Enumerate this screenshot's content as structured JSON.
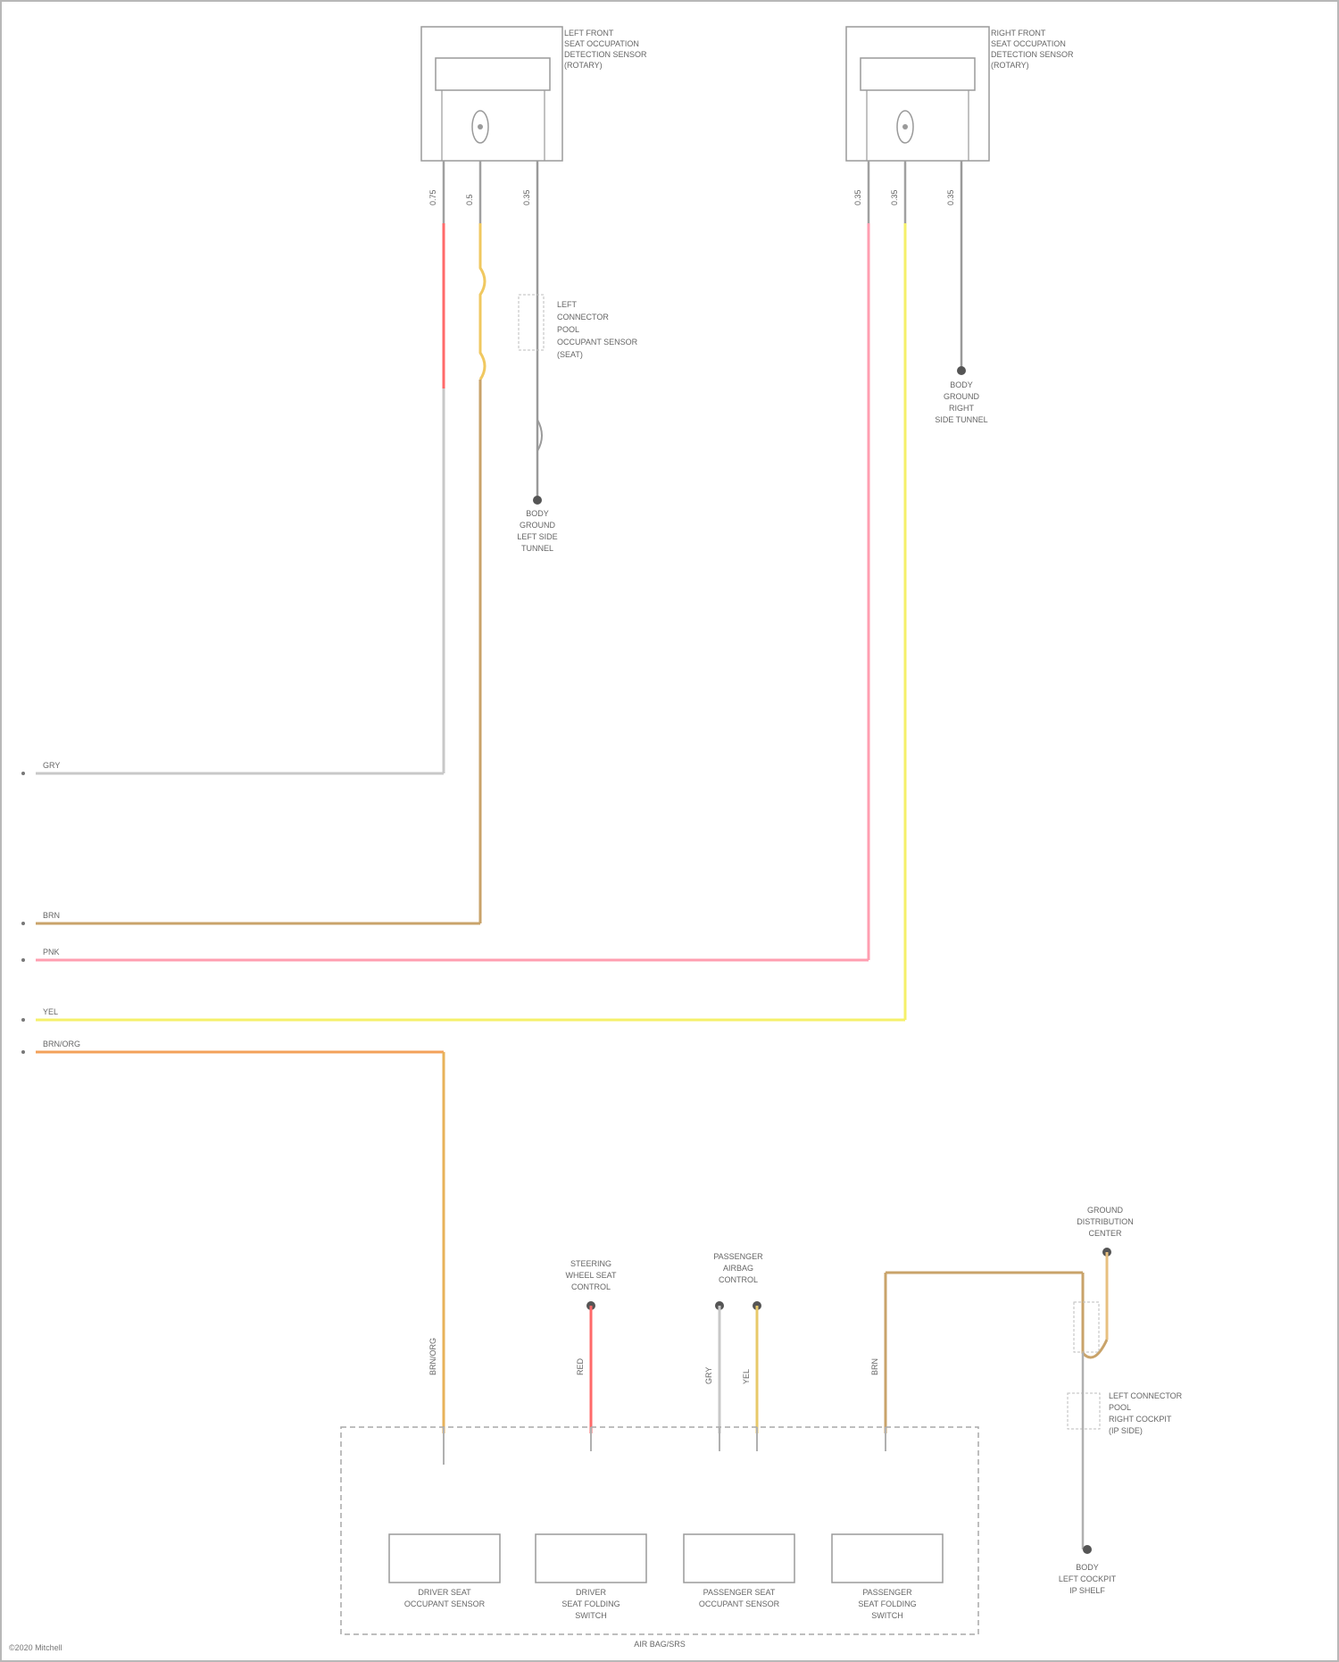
{
  "components": {
    "left_front_sensor": {
      "label": [
        "LEFT FRONT",
        "SEAT OCCUPATION",
        "DETECTION SENSOR",
        "(ROTARY)"
      ]
    },
    "right_front_sensor": {
      "label": [
        "RIGHT FRONT",
        "SEAT OCCUPATION",
        "DETECTION SENSOR",
        "(ROTARY)"
      ]
    },
    "left_connector": {
      "label": [
        "LEFT",
        "CONNECTOR",
        "POOL",
        "OCCUPANT SENSOR",
        "(SEAT)"
      ]
    },
    "left_ground": {
      "label": [
        "BODY",
        "GROUND",
        "LEFT SIDE",
        "TUNNEL"
      ]
    },
    "right_ground": {
      "label": [
        "BODY",
        "GROUND",
        "RIGHT",
        "SIDE TUNNEL"
      ]
    },
    "driver_belt_sensor": {
      "label": [
        "STEERING",
        "WHEEL SEAT",
        "CONTROL"
      ]
    },
    "passenger_belt_sensor": {
      "label": [
        "PASSENGER",
        "AIRBAG",
        "CONTROL"
      ]
    },
    "ground_distribution": {
      "label": [
        "GROUND",
        "DISTRIBUTION",
        "CENTER"
      ]
    },
    "right_connector": {
      "label": [
        "LEFT CONNECTOR",
        "POOL",
        "RIGHT COCKPIT",
        "(IP SIDE)"
      ]
    },
    "body_ground_bottom": {
      "label": [
        "BODY",
        "LEFT COCKPIT",
        "IP SHELF"
      ]
    },
    "airbag_module": {
      "label": "AIR BAG/SRS",
      "switches": [
        {
          "label": [
            "DRIVER SEAT",
            "OCCUPANT SENSOR"
          ]
        },
        {
          "label": [
            "DRIVER",
            "SEAT FOLDING",
            "SWITCH"
          ]
        },
        {
          "label": [
            "PASSENGER SEAT",
            "OCCUPANT SENSOR"
          ]
        },
        {
          "label": [
            "PASSENGER",
            "SEAT FOLDING",
            "SWITCH"
          ]
        }
      ]
    }
  },
  "wires": [
    {
      "name": "grey",
      "label": "GRY",
      "color": "#c8c8c8"
    },
    {
      "name": "brown",
      "label": "BRN",
      "color": "#c9a36a"
    },
    {
      "name": "pink",
      "label": "PNK",
      "color": "#ff9eb0"
    },
    {
      "name": "yellow",
      "label": "YEL",
      "color": "#f5f06a"
    },
    {
      "name": "orange",
      "label": "BRN/ORG",
      "color": "#f3a15a"
    }
  ],
  "pin_labels": {
    "left_top": [
      "0.75",
      "0.5",
      "0.35"
    ],
    "right_top": [
      "0.35",
      "0.35",
      "0.35"
    ],
    "bottom": [
      "BRN/ORG",
      "RED",
      "GRY",
      "YEL",
      "BRN"
    ]
  },
  "footer": "©2020 Mitchell"
}
